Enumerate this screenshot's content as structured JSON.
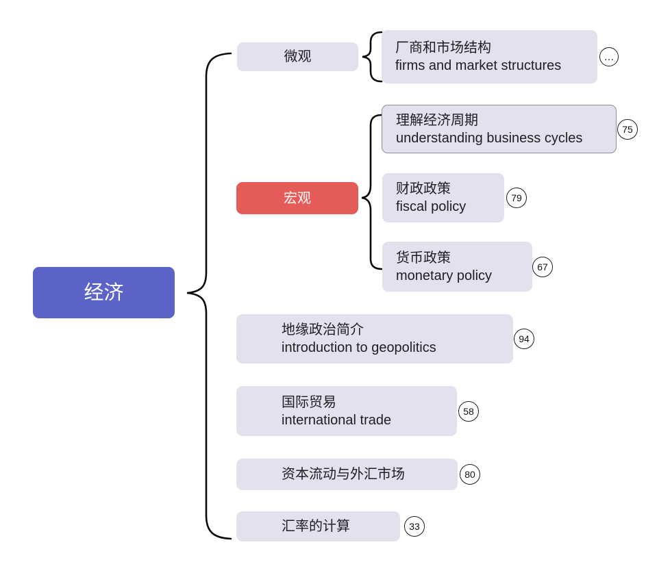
{
  "root": {
    "label": "经济"
  },
  "micro": {
    "label": "微观"
  },
  "macro": {
    "label": "宏观"
  },
  "topics": {
    "firms": {
      "line1": "厂商和市场结构",
      "line2": "firms and market structures",
      "badge": "…"
    },
    "cycles": {
      "line1": "理解经济周期",
      "line2": "understanding business cycles",
      "badge": "75",
      "selected": true
    },
    "fiscal": {
      "line1": "财政政策",
      "line2": "fiscal policy",
      "badge": "79"
    },
    "monetary": {
      "line1": "货币政策",
      "line2": "monetary policy",
      "badge": "67"
    },
    "geopolitics": {
      "line1": "地缘政治简介",
      "line2": "introduction to geopolitics",
      "badge": "94"
    },
    "trade": {
      "line1": "国际贸易",
      "line2": "international trade",
      "badge": "58"
    },
    "capital": {
      "line1": "资本流动与外汇市场",
      "badge": "80"
    },
    "exchange": {
      "line1": "汇率的计算",
      "badge": "33"
    }
  },
  "colors": {
    "root_bg": "#5b63c7",
    "branch_red_bg": "#e55b58",
    "topic_bg": "#e2e1ed",
    "selected_border": "#8e8e96",
    "brace": "#0b0b0b",
    "badge_bg": "#ffffff",
    "badge_border": "#1c1c1c",
    "text_dark": "#1e1e22",
    "text_light": "#ffffff"
  }
}
